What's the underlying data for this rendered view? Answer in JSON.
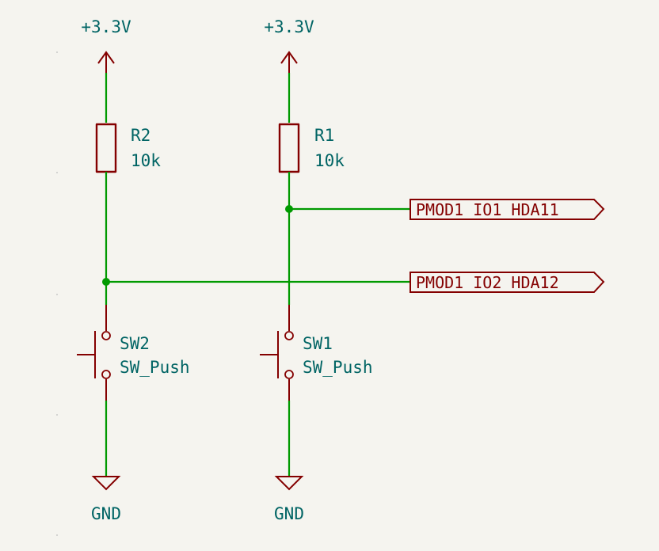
{
  "power": {
    "left_top": "+3.3V",
    "right_top": "+3.3V",
    "left_gnd": "GND",
    "right_gnd": "GND"
  },
  "components": {
    "r2": {
      "ref": "R2",
      "value": "10k"
    },
    "r1": {
      "ref": "R1",
      "value": "10k"
    },
    "sw2": {
      "ref": "SW2",
      "value": "SW_Push"
    },
    "sw1": {
      "ref": "SW1",
      "value": "SW_Push"
    }
  },
  "labels": {
    "io1": "PMOD1_IO1_HDA11",
    "io2": "PMOD1_IO2_HDA12"
  },
  "colors": {
    "background": "#f5f4ef",
    "wire": "#009a00",
    "symbol": "#840000",
    "text": "#006464"
  }
}
